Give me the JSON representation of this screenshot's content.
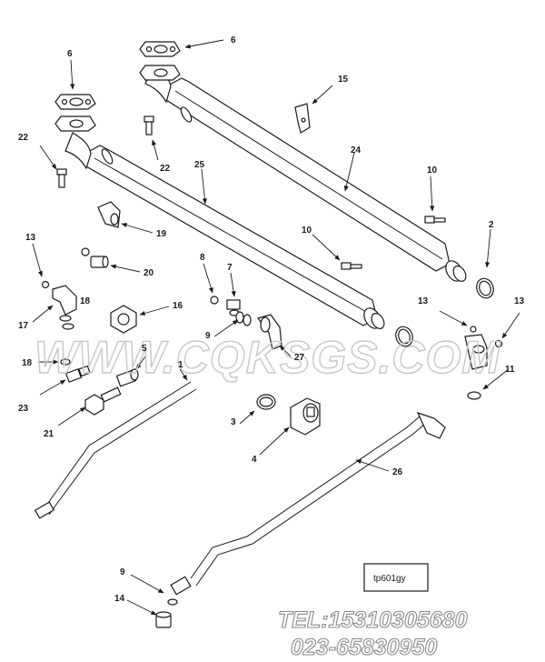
{
  "figure_code": "tp601gy",
  "watermark": "WWW.CQKSGS.COM",
  "contact": {
    "tel": "TEL:15310305680",
    "phone2": "023-65830950"
  },
  "callouts": {
    "c6a": "6",
    "c6b": "6",
    "c15": "15",
    "c22a": "22",
    "c22b": "22",
    "c24": "24",
    "c25": "25",
    "c10a": "10",
    "c10b": "10",
    "c2": "2",
    "c19": "19",
    "c13a": "13",
    "c20": "20",
    "c8": "8",
    "c7": "7",
    "c18a": "18",
    "c16": "16",
    "c17": "17",
    "c13b": "13",
    "c13c": "13",
    "c9a": "9",
    "c27": "27",
    "c5": "5",
    "c18b": "18",
    "c1": "1",
    "c11": "11",
    "c23": "23",
    "c3": "3",
    "c21": "21",
    "c4": "4",
    "c26": "26",
    "c9b": "9",
    "c14": "14"
  }
}
